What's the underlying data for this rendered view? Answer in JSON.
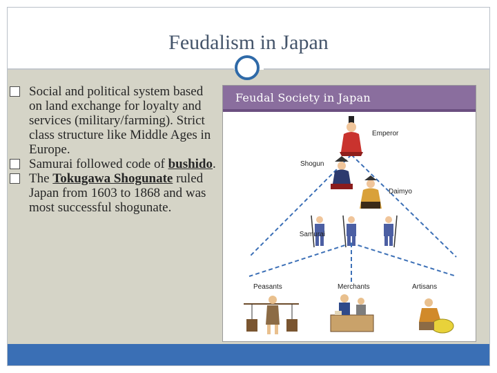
{
  "slide": {
    "title": "Feudalism in Japan",
    "bullets": [
      {
        "parts": [
          "Social and political system based on land exchange for loyalty and services (military/farming). Strict class structure like Middle Ages in Europe."
        ]
      },
      {
        "parts": [
          "Samurai followed code of ",
          "bushido",
          "."
        ]
      },
      {
        "parts": [
          "The ",
          "Tokugawa Shogunate",
          " ruled Japan from 1603 to 1868 and was most successful shogunate."
        ]
      }
    ]
  },
  "figure": {
    "title": "Feudal Society in Japan",
    "labels": {
      "emperor": "Emperor",
      "shogun": "Shogun",
      "daimyo": "Daimyo",
      "samurai": "Samurai",
      "peasants": "Peasants",
      "merchants": "Merchants",
      "artisans": "Artisans"
    }
  },
  "colors": {
    "title": "#44546a",
    "content_bg": "#d5d4c7",
    "footer": "#3a6fb5",
    "figure_header": "#8a6e9e",
    "hierarchy_line": "#3b6fb6"
  }
}
